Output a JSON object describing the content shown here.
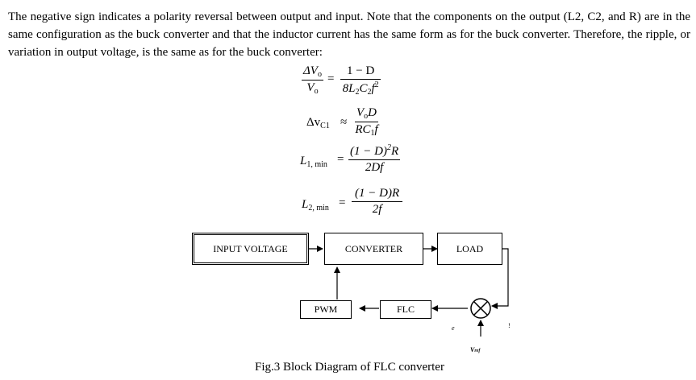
{
  "paragraph": "The negative sign indicates a polarity reversal between output and input. Note that the components on the output (L2, C2, and R) are in the same configuration as the buck converter and that the inductor current has the same form as for the buck converter. Therefore, the ripple, or variation in output voltage, is the same as for the buck converter:",
  "equations": {
    "eq1": {
      "lhs_num": "ΔV",
      "lhs_num_sub": "o",
      "lhs_den": "V",
      "lhs_den_sub": "o",
      "rel": "=",
      "rhs_num": "1 − D",
      "rhs_den_a": "8L",
      "rhs_den_b": "2",
      "rhs_den_c": "C",
      "rhs_den_d": "2",
      "rhs_den_e": "f",
      "rhs_den_sup": "2"
    },
    "eq2": {
      "lhs": "Δv",
      "lhs_sub": "C1",
      "rel": "≈",
      "num": "V",
      "num_sub": "o",
      "num_tail": "D",
      "den": "RC",
      "den_sub": "1",
      "den_tail": "f"
    },
    "eq3": {
      "lhs": "L",
      "lhs_sub": "1, min",
      "rel": "=",
      "num_a": "(1 − D)",
      "num_sup": "2",
      "num_b": "R",
      "den": "2Df"
    },
    "eq4": {
      "lhs": "L",
      "lhs_sub": "2, min",
      "rel": "=",
      "num": "(1 − D)R",
      "den": "2f"
    }
  },
  "diagram": {
    "blocks": {
      "input": "INPUT VOLTAGE",
      "converter": "CONVERTER",
      "load": "LOAD",
      "pwm": "PWM",
      "flc": "FLC"
    },
    "labels": {
      "error": "e",
      "vref": "V",
      "vref_sub": "ref",
      "stray": "!"
    }
  },
  "caption": "Fig.3 Block Diagram of FLC converter"
}
